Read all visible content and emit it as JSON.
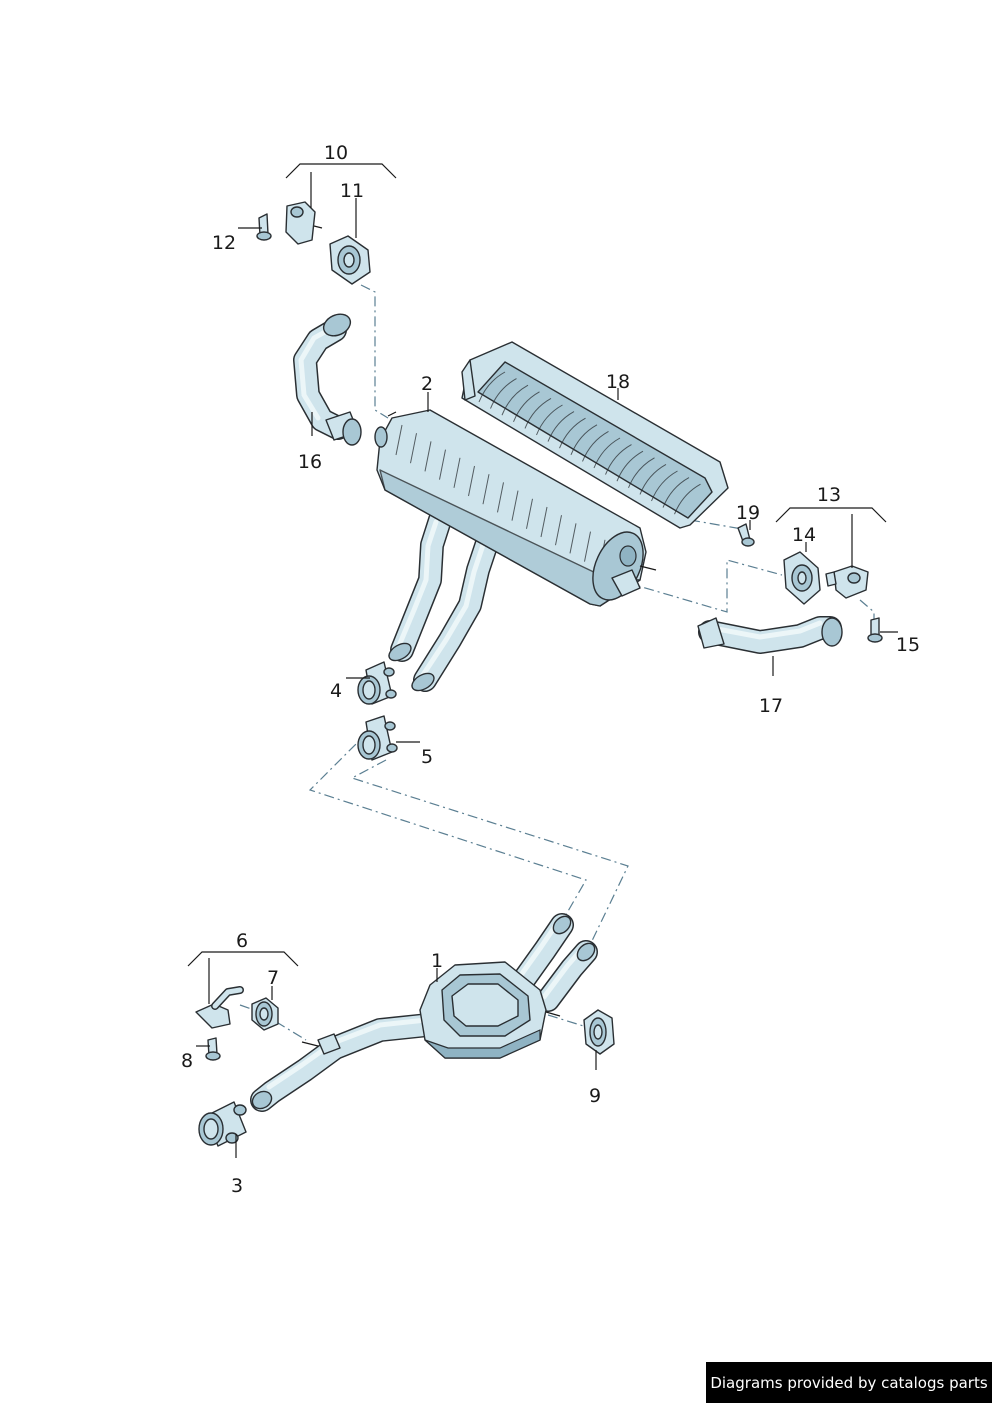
{
  "callouts": {
    "c1": "1",
    "c2": "2",
    "c3": "3",
    "c4": "4",
    "c5": "5",
    "c6": "6",
    "c7": "7",
    "c8": "8",
    "c9": "9",
    "c10": "10",
    "c11": "11",
    "c12": "12",
    "c13": "13",
    "c14": "14",
    "c15": "15",
    "c16": "16",
    "c17": "17",
    "c18": "18",
    "c19": "19"
  },
  "credit": "Diagrams provided by catalogs parts",
  "colors": {
    "part_fill": "#cfe4ec",
    "outline": "#2a2f33",
    "dash_line": "#5b7f92"
  }
}
